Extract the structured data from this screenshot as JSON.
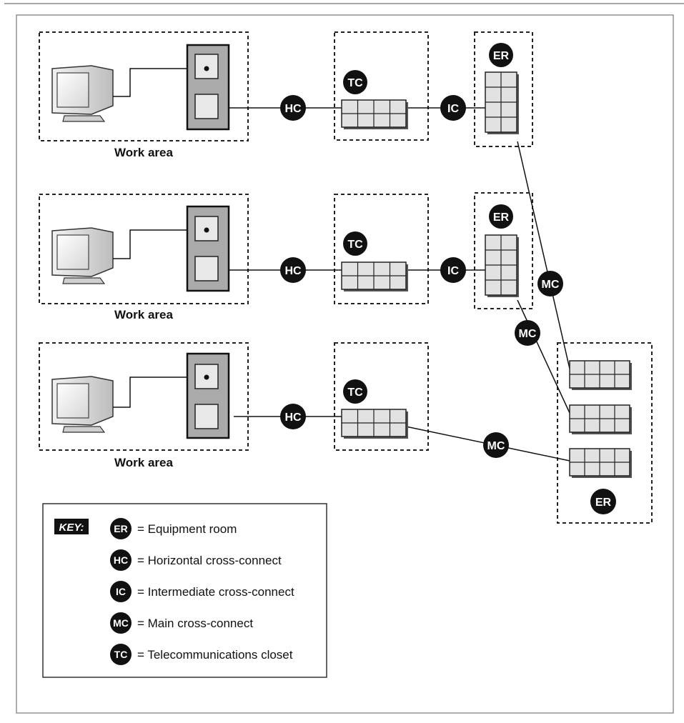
{
  "work_area_label": "Work area",
  "badges": {
    "ER": "ER",
    "TC": "TC",
    "HC": "HC",
    "IC": "IC",
    "MC": "MC"
  },
  "key": {
    "title": "KEY:",
    "items": [
      {
        "abbr": "ER",
        "text": "= Equipment room"
      },
      {
        "abbr": "HC",
        "text": "= Horizontal cross-connect"
      },
      {
        "abbr": "IC",
        "text": "= Intermediate cross-connect"
      },
      {
        "abbr": "MC",
        "text": "= Main cross-connect"
      },
      {
        "abbr": "TC",
        "text": "= Telecommunications closet"
      }
    ]
  }
}
